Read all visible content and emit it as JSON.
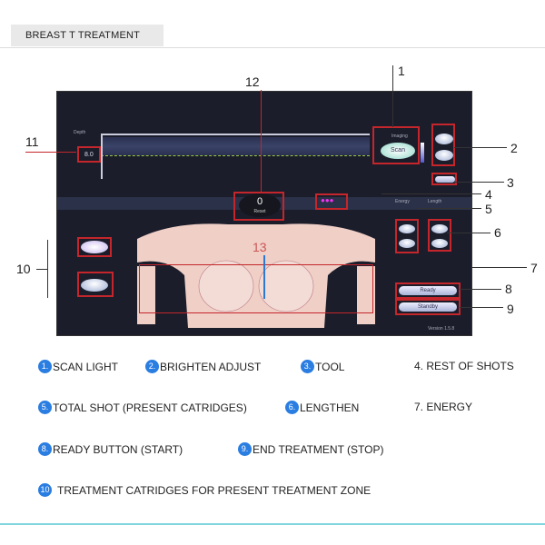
{
  "header": {
    "title": "BREAST T TREATMENT"
  },
  "screen": {
    "depth_label": "Depth",
    "depth_value": "8.0",
    "imaging_label": "Imaging",
    "scan_button": "Scan",
    "shots_value": "0",
    "reset_label": "Reset",
    "energy_label": "Energy",
    "length_label": "Length",
    "ready_button": "Ready",
    "standby_button": "Standby",
    "version": "Version 1.5.8"
  },
  "callouts": [
    "1",
    "2",
    "3",
    "4",
    "5",
    "6",
    "7",
    "8",
    "9",
    "10",
    "11",
    "12",
    "13"
  ],
  "legend": [
    {
      "num": "1.",
      "text": "SCAN LIGHT"
    },
    {
      "num": "2.",
      "text": "BRIGHTEN ADJUST"
    },
    {
      "num": "3.",
      "text": "TOOL"
    },
    {
      "num": "",
      "text": "4. REST OF SHOTS"
    },
    {
      "num": "5.",
      "text": "TOTAL SHOT (PRESENT CATRIDGES)"
    },
    {
      "num": "6.",
      "text": "LENGTHEN"
    },
    {
      "num": "",
      "text": "7. ENERGY"
    },
    {
      "num": "8.",
      "text": "READY BUTTON (START)"
    },
    {
      "num": "9.",
      "text": "END TREATMENT (STOP)"
    },
    {
      "num": "10",
      "text": "TREATMENT CATRIDGES FOR PRESENT TREATMENT ZONE"
    }
  ],
  "colors": {
    "highlight": "#c4262b",
    "legend_badge": "#2a7de1",
    "screen_bg": "#1b1d2b",
    "footer_line": "#7fd6dc"
  }
}
